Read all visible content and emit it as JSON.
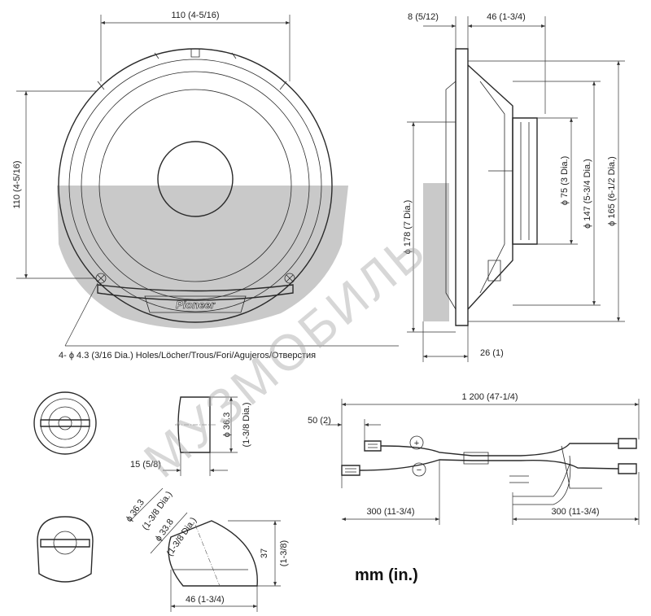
{
  "speaker_top_width": "110 (4-5/16)",
  "speaker_left_height": "110 (4-5/16)",
  "holes_note": "4- ϕ 4.3 (3/16 Dia.) Holes/Löcher/Trous/Fori/Agujeros/Отверстия",
  "brand_logo": "Pioneer",
  "side_flange": "8 (5/12)",
  "side_depth": "46 (1-3/4)",
  "side_bottom_depth": "26 (1)",
  "dia_178": "ϕ 178 (7 Dia.)",
  "dia_75": "ϕ 75 (3 Dia.)",
  "dia_147": "ϕ 147 (5-3/4 Dia.)",
  "dia_165": "ϕ 165 (6-1/2 Dia.)",
  "tweeter_flush_dia": "ϕ 36.3",
  "tweeter_flush_dia_in": "(1-3/8 Dia.)",
  "tweeter_flush_depth": "15 (5/8)",
  "angled_dia1": "ϕ 36.3",
  "angled_dia1_in": "(1-3/8 Dia.)",
  "angled_dia2": "ϕ 33.8",
  "angled_dia2_in": "(1-3/8 Dia.)",
  "angled_height": "37",
  "angled_height_in": "(1-3/8)",
  "angled_width": "46 (1-3/4)",
  "cable_total": "1 200 (47-1/4)",
  "cable_plug": "50 (2)",
  "cable_left": "300 (11-3/4)",
  "cable_right": "300 (11-3/4)",
  "plus_sign": "+",
  "minus_sign": "−",
  "units": "mm (in.)",
  "watermark": "МУЗМОБИЛЬ"
}
